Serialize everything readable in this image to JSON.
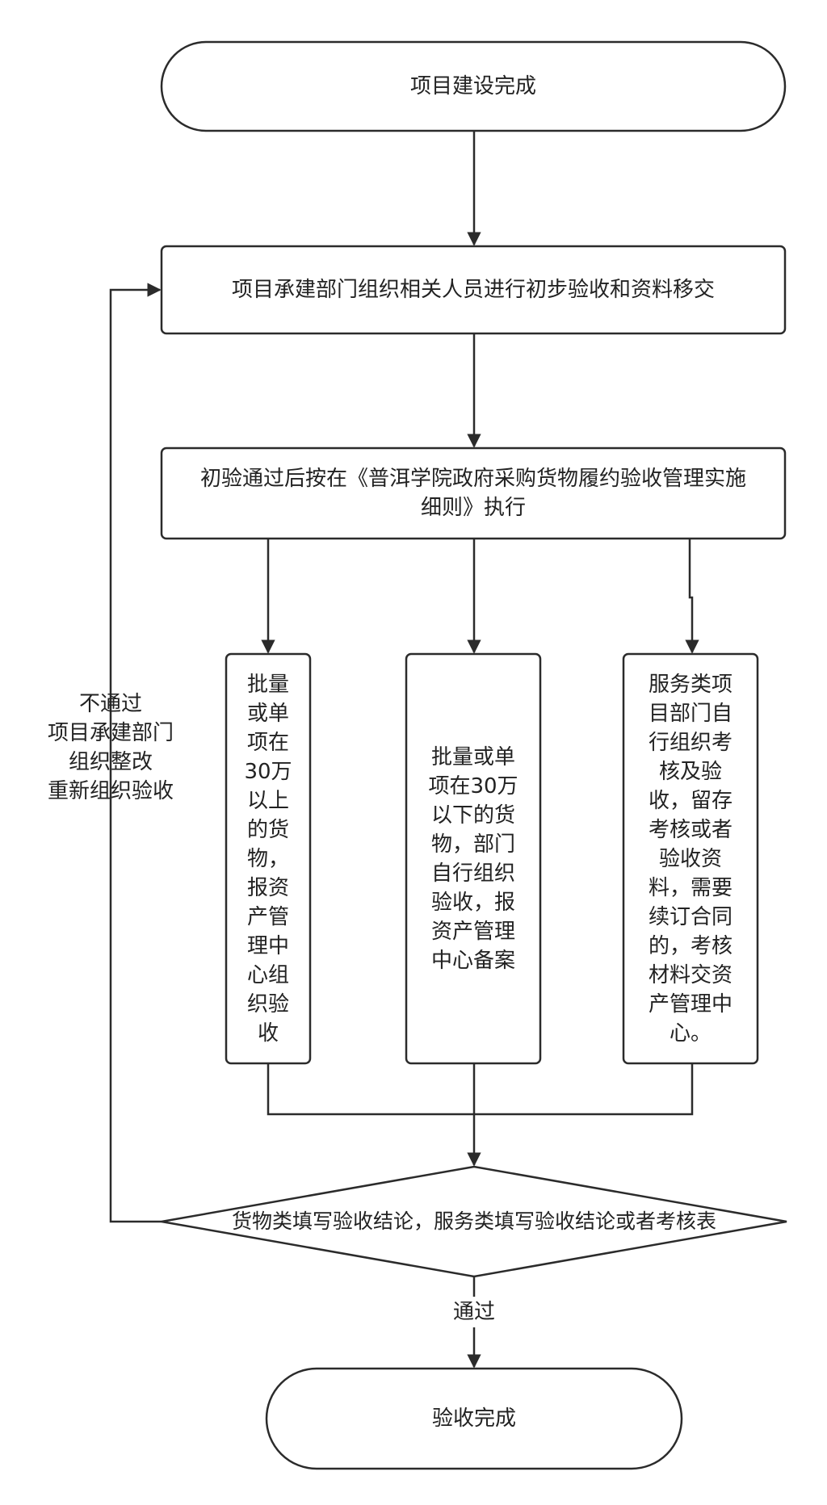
{
  "flowchart": {
    "start": "项目建设完成",
    "step1": "项目承建部门组织相关人员进行初步验收和资料移交",
    "step2_line1": "初验通过后按在《普洱学院政府采购货物履约验收管理实施",
    "step2_line2": "细则》执行",
    "branch_left": [
      "批量",
      "或单",
      "项在",
      "30万",
      "以上",
      "的货",
      "物，",
      "报资",
      "产管",
      "理中",
      "心组",
      "织验",
      "收"
    ],
    "branch_middle": [
      "批量或单",
      "项在30万",
      "以下的货",
      "物，部门",
      "自行组织",
      "验收，报",
      "资产管理",
      "中心备案"
    ],
    "branch_right": [
      "服务类项",
      "目部门自",
      "行组织考",
      "核及验",
      "收，留存",
      "考核或者",
      "验收资",
      "料，需要",
      "续订合同",
      "的，考核",
      "材料交资",
      "产管理中",
      "心。"
    ],
    "decision": "货物类填写验收结论，服务类填写验收结论或者考核表",
    "fail_label": [
      "不通过",
      "项目承建部门",
      "组织整改",
      "重新组织验收"
    ],
    "pass_label": "通过",
    "end": "验收完成"
  },
  "colors": {
    "stroke": "#2b2b2b",
    "fill": "#ffffff",
    "text": "#222222"
  }
}
